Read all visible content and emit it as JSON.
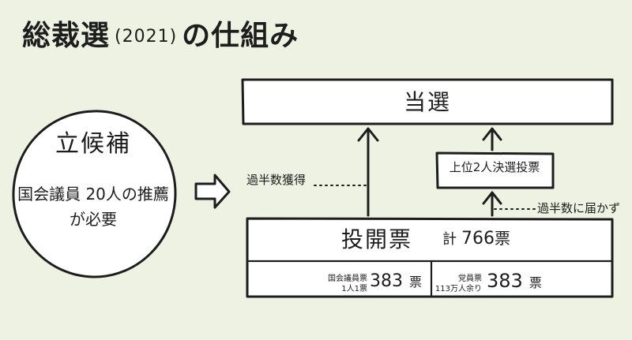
{
  "title": {
    "main": "総裁選",
    "year": "(2021)",
    "suffix": "の仕組み"
  },
  "candidate": {
    "title": "立候補",
    "requirement": "国会議員 20人の推薦が必要"
  },
  "flow": {
    "winner": "当選",
    "runoff": "上位2人決選投票",
    "majority_win": "過半数獲得",
    "majority_fail": "過半数に届かず"
  },
  "votes": {
    "title": "投開票",
    "total_label": "計",
    "total_value": "766",
    "total_unit": "票",
    "diet": {
      "label": "国会議員票",
      "sublabel": "1人1票",
      "value": "383",
      "unit": "票"
    },
    "party": {
      "label": "党員票",
      "sublabel": "113万人余り",
      "value": "383",
      "unit": "票"
    }
  }
}
